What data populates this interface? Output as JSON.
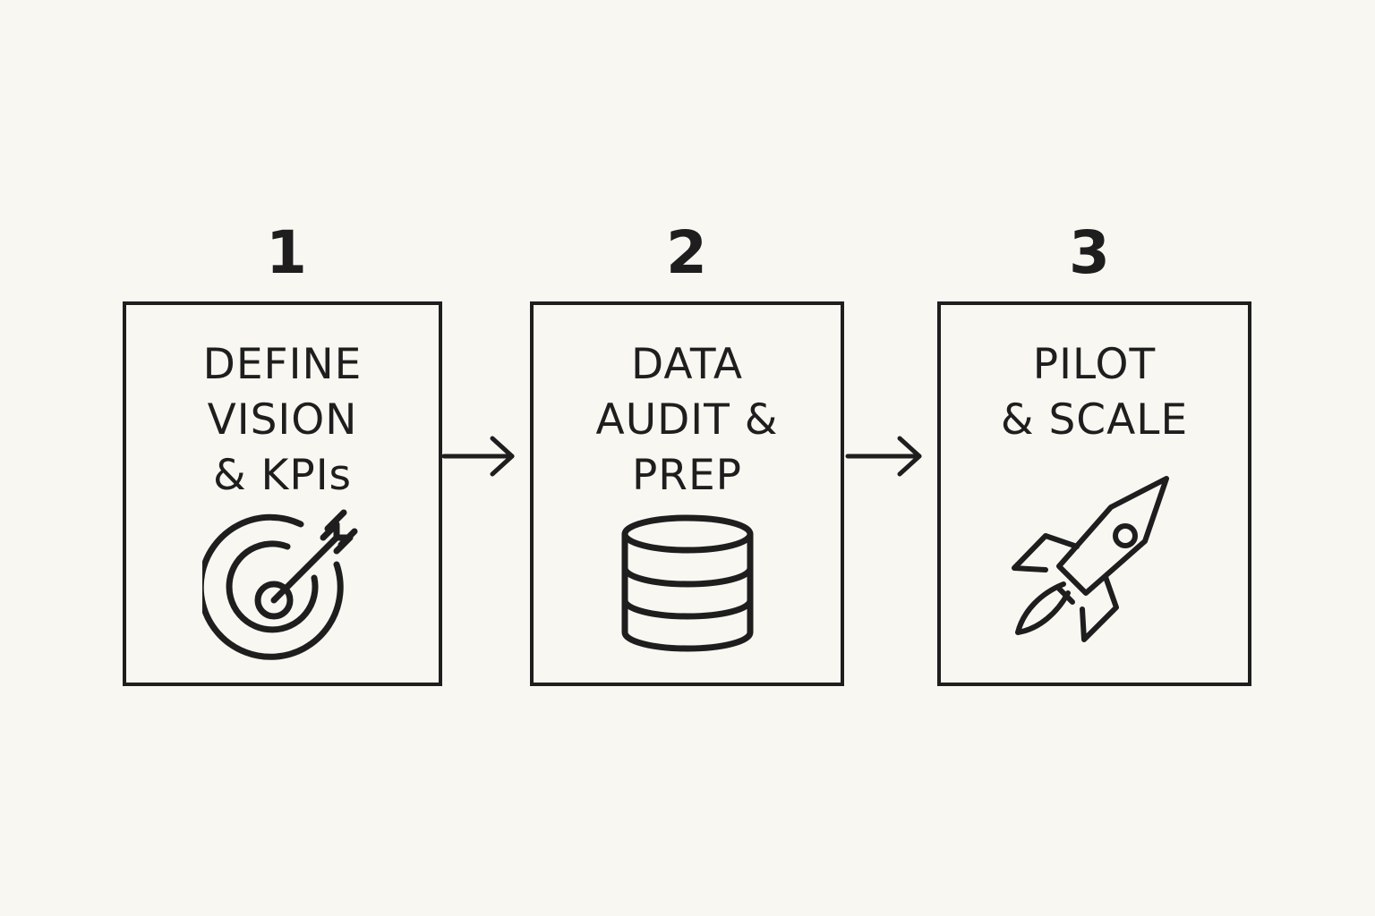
{
  "steps": [
    {
      "number": "1",
      "title": "DEFINE\nVISION\n& KPIs",
      "icon": "target-icon"
    },
    {
      "number": "2",
      "title": "DATA\nAUDIT &\nPREP",
      "icon": "database-icon"
    },
    {
      "number": "3",
      "title": "PILOT\n& SCALE",
      "icon": "rocket-icon"
    }
  ],
  "colors": {
    "background": "#f8f7f2",
    "ink": "#1e1e1e"
  }
}
